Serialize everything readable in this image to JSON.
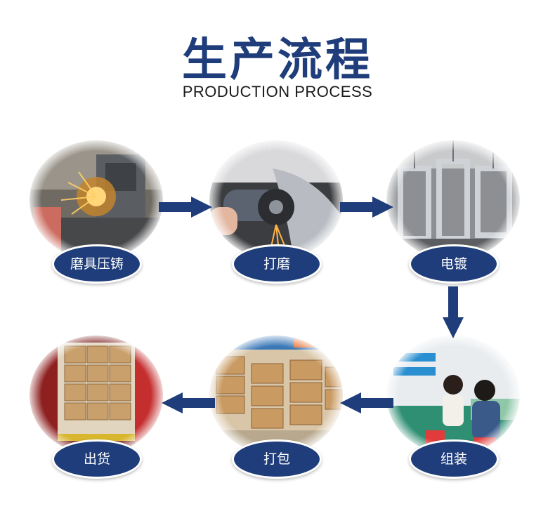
{
  "header": {
    "title": "生产流程",
    "subtitle": "PRODUCTION PROCESS"
  },
  "steps": [
    {
      "label": "磨具压铸"
    },
    {
      "label": "打磨"
    },
    {
      "label": "电镀"
    },
    {
      "label": "组装"
    },
    {
      "label": "打包"
    },
    {
      "label": "出货"
    }
  ],
  "colors": {
    "accent": "#1f3d7a",
    "background": "#ffffff"
  }
}
